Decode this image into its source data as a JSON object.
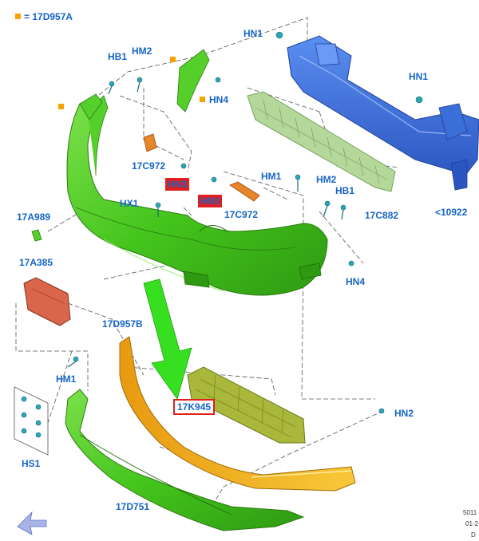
{
  "legend": {
    "symbol_color": "#f5a300",
    "text": "= 17D957A"
  },
  "labels": {
    "hn1_top": "HN1",
    "hb1_left": "HB1",
    "hm2_left": "HM2",
    "hn4_top": "HN4",
    "hn1_right": "HN1",
    "p17c972_left": "17C972",
    "hn3_a": "HN3",
    "hn3_b": "HN3",
    "hm1_mid": "HM1",
    "hx1": "HX1",
    "p17c972_mid": "17C972",
    "hm2_right": "HM2",
    "hb1_right": "HB1",
    "p17c882": "17C882",
    "p10922": "<10922",
    "p17a989": "17A989",
    "p17a385": "17A385",
    "hn4_right": "HN4",
    "p17d957b": "17D957B",
    "hm1_left": "HM1",
    "p17k945": "17K945",
    "hn2": "HN2",
    "hs1": "HS1",
    "p17d751": "17D751"
  },
  "ref_lines": [
    "5011",
    "01-2",
    "D"
  ],
  "colors": {
    "cover": "#44c41c",
    "reinforcement": "#3a6fd8",
    "absorber": "#b4d89a",
    "grille": "#a9b83a",
    "spoiler": "#f2b01e",
    "bracket_red": "#d9664a",
    "fastener": "#2aa6b8",
    "arrow": "#36e020",
    "label_blue": "#1565c8"
  }
}
